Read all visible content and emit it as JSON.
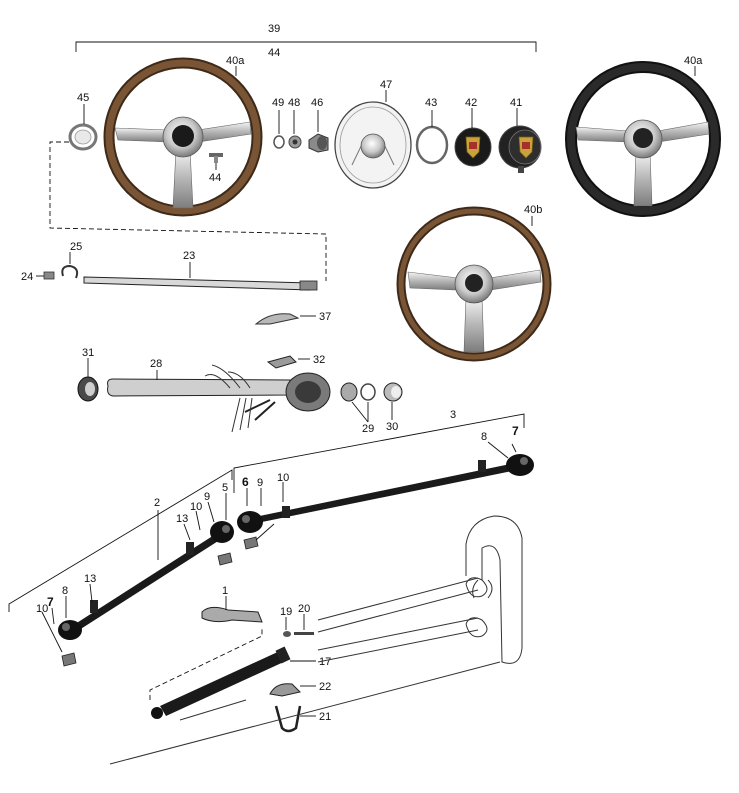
{
  "labels": {
    "n39": "39",
    "n44top": "44",
    "n40a_left": "40a",
    "n40a_right": "40a",
    "n40b": "40b",
    "n45": "45",
    "n49": "49",
    "n48": "48",
    "n46": "46",
    "n47": "47",
    "n43": "43",
    "n42": "42",
    "n41": "41",
    "n44": "44",
    "n25": "25",
    "n24": "24",
    "n23": "23",
    "n37": "37",
    "n31": "31",
    "n28": "28",
    "n32": "32",
    "n29": "29",
    "n30": "30",
    "n3": "3",
    "n8_right": "8",
    "n7_right": "7",
    "n6": "6",
    "n9_mid": "9",
    "n10_mid": "10",
    "n2": "2",
    "n9_left": "9",
    "n5": "5",
    "n10_left": "10",
    "n13_top": "13",
    "n13_bottom": "13",
    "n8_left": "8",
    "n10_low": "10",
    "n7_left": "7",
    "n1": "1",
    "n19": "19",
    "n20": "20",
    "n17": "17",
    "n22": "22",
    "n21": "21"
  },
  "colors": {
    "wood_rim": "#6b4a2c",
    "wood_rim_dark": "#3e2a18",
    "black_rim": "#1b1b1b",
    "chrome": "#c9c9c9",
    "chrome_dark": "#8a8a8a",
    "crest_gold": "#c8a23a",
    "crest_red": "#a8302a",
    "line": "#111111"
  },
  "icons": [
    "steering-wheel-icon",
    "horn-button-icon",
    "tie-rod-icon",
    "steering-damper-icon",
    "steering-column-icon"
  ]
}
